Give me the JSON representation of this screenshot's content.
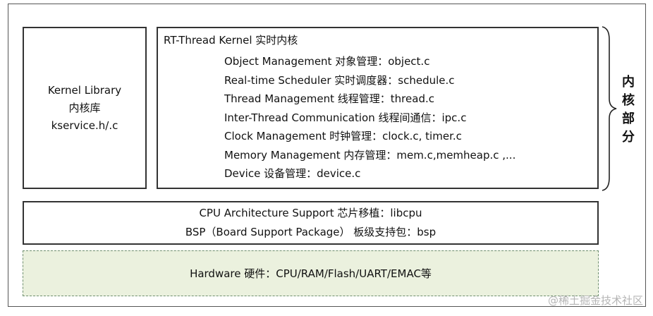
{
  "kernel_library": {
    "lines": [
      "Kernel Library",
      "内核库",
      "kservice.h/.c"
    ]
  },
  "rt_thread_kernel": {
    "title": "RT-Thread Kernel 实时内核",
    "items": [
      "Object Management 对象管理：object.c",
      "Real-time Scheduler 实时调度器：schedule.c",
      "Thread Management 线程管理：thread.c",
      "Inter-Thread Communication 线程间通信：ipc.c",
      "Clock Management 时钟管理：clock.c, timer.c",
      "Memory  Management 内存管理：mem.c,memheap.c ,...",
      "Device 设备管理：device.c"
    ]
  },
  "side_label": {
    "chars": [
      "内",
      "核",
      "部",
      "分"
    ]
  },
  "cpu_bsp": {
    "lines": [
      "CPU Architecture Support 芯片移植：libcpu",
      "BSP（Board Support Package） 板级支持包：bsp"
    ]
  },
  "hardware": {
    "text": "Hardware 硬件：CPU/RAM/Flash/UART/EMAC等"
  },
  "watermark": {
    "text": "@稀土掘金技术社区"
  },
  "colors": {
    "hardware_fill": "#ebf1de",
    "border": "#333333"
  }
}
